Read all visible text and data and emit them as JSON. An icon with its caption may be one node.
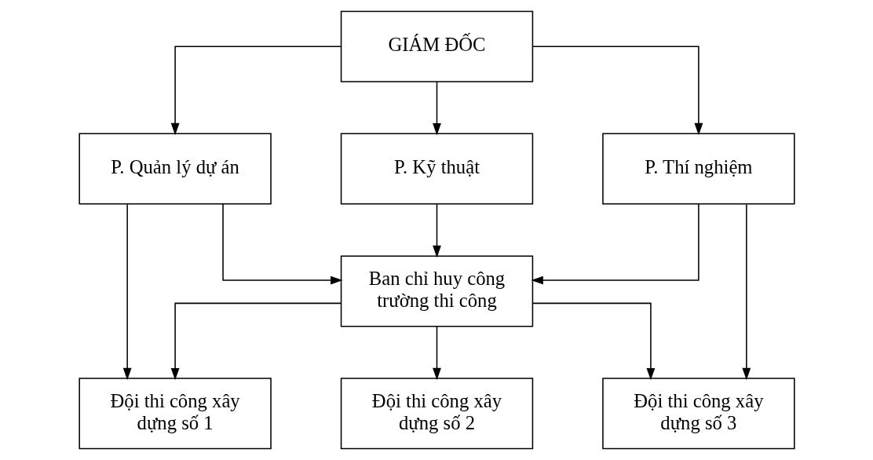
{
  "diagram": {
    "nodes": [
      {
        "text": [
          "GIÁM ĐỐC"
        ]
      },
      {
        "text": [
          "P. Quản lý dự án"
        ]
      },
      {
        "text": [
          "P. Kỹ thuật"
        ]
      },
      {
        "text": [
          "P. Thí nghiệm"
        ]
      },
      {
        "text": [
          "Ban chỉ huy công trường thi công"
        ]
      },
      {
        "text": [
          "Đội thi công xây dựng số 1"
        ]
      },
      {
        "text": [
          "Đội thi công xây dựng số 2"
        ]
      },
      {
        "text": [
          "Đội thi công xây dựng số 3"
        ]
      }
    ],
    "edges": [
      {
        "from": 0,
        "to": 1,
        "arrow": "to"
      },
      {
        "from": 0,
        "to": 2,
        "arrow": "to"
      },
      {
        "from": 0,
        "to": 3,
        "arrow": "to"
      },
      {
        "from": 2,
        "to": 4,
        "arrow": "to"
      },
      {
        "from": 1,
        "to": 4,
        "arrow": "to"
      },
      {
        "from": 3,
        "to": 4,
        "arrow": "to"
      },
      {
        "from": 1,
        "to": 5,
        "arrow": "to"
      },
      {
        "from": 4,
        "to": 5,
        "arrow": "to"
      },
      {
        "from": 4,
        "to": 6,
        "arrow": "to"
      },
      {
        "from": 3,
        "to": 7,
        "arrow": "to"
      },
      {
        "from": 4,
        "to": 7,
        "arrow": "to"
      }
    ]
  }
}
